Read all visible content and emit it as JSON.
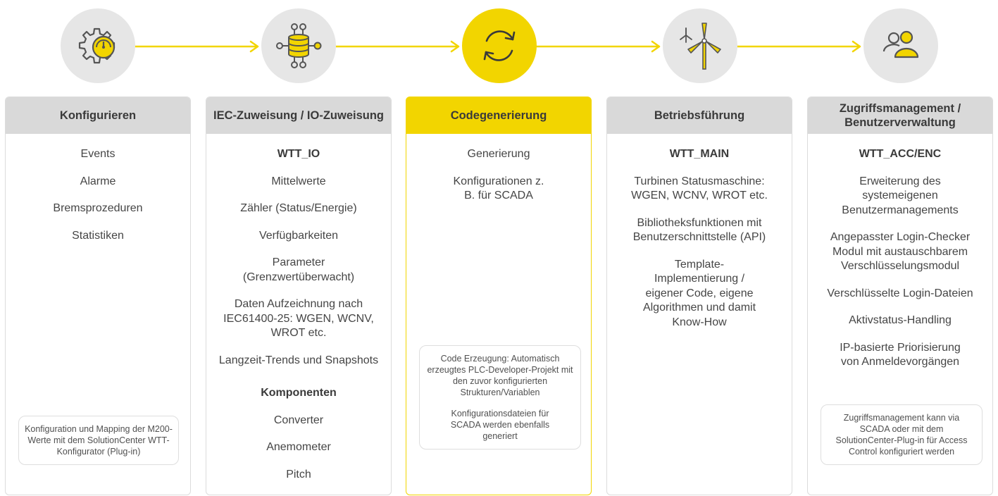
{
  "colors": {
    "accent": "#f2d500",
    "circle_bg": "#e6e6e6",
    "header_bg": "#d9d9d9",
    "arrow": "#f2d500"
  },
  "steps": [
    {
      "icon": "gear-gauge-icon"
    },
    {
      "icon": "database-network-icon"
    },
    {
      "icon": "refresh-cycle-icon"
    },
    {
      "icon": "wind-turbine-icon"
    },
    {
      "icon": "users-icon"
    }
  ],
  "columns": [
    {
      "title": "Konfigurieren",
      "items": [
        "Events",
        "Alarme",
        "Bremsprozeduren",
        "Statistiken"
      ],
      "note": "Konfiguration und Mapping der M200-Werte mit dem SolutionCenter WTT-Konfigurator (Plug-in)"
    },
    {
      "title": "IEC-Zuweisung / IO-Zuweisung",
      "items": [
        "WTT_IO",
        "Mittelwerte",
        "Zähler (Status/Energie)",
        "Verfügbarkeiten",
        "Parameter (Grenzwertüberwacht)",
        "Daten Aufzeichnung nach IEC61400-25: WGEN, WCNV, WROT etc.",
        "Langzeit-Trends und Snapshots",
        "Komponenten",
        "Converter",
        "Anemometer",
        "Pitch"
      ]
    },
    {
      "title": "Codegenerierung",
      "items": [
        "Generierung",
        "Konfigurationen z. B. für SCADA"
      ],
      "note1": "Code Erzeugung: Automatisch erzeugtes PLC-Developer-Projekt mit den zuvor konfigurierten Strukturen/Variablen",
      "note2": "Konfigurationsdateien für SCADA werden ebenfalls generiert"
    },
    {
      "title": "Betriebsführung",
      "items": [
        "WTT_MAIN",
        "Turbinen Statusmaschine: WGEN, WCNV, WROT etc.",
        "Bibliotheksfunktionen mit Benutzerschnittstelle (API)",
        "Template-Implementierung / eigener Code, eigene Algorithmen und damit Know-How"
      ]
    },
    {
      "title": "Zugriffsmanagement / Benutzerverwaltung",
      "items": [
        "WTT_ACC/ENC",
        "Erweiterung des systemeigenen Benutzermanagements",
        "Angepasster Login-Checker Modul mit austauschbarem Verschlüsselungsmodul",
        "Verschlüsselte Login-Dateien",
        "Aktivstatus-Handling",
        "IP-basierte Priorisierung von Anmeldevorgängen"
      ],
      "note": "Zugriffsmanagement kann via SCADA oder mit dem SolutionCenter-Plug-in für Access Control konfiguriert werden"
    }
  ]
}
